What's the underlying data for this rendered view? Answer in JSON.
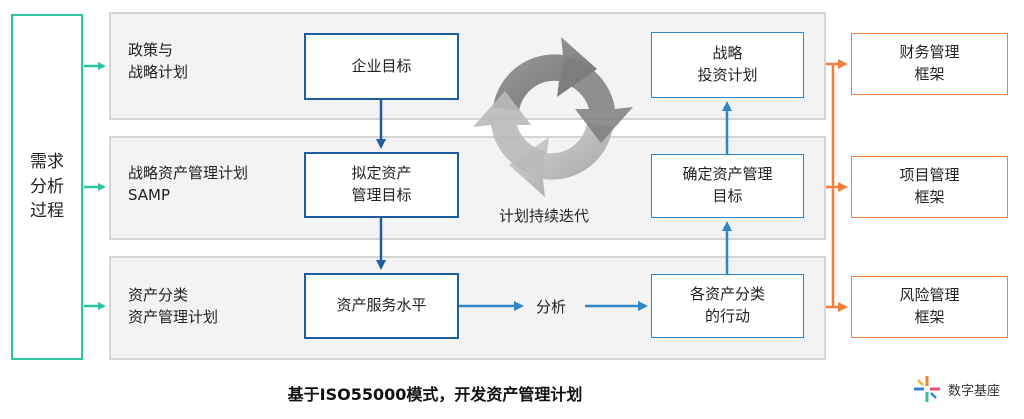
{
  "left": {
    "label": "需求\n分析\n过程"
  },
  "bands": [
    {
      "label": "政策与\n战略计划"
    },
    {
      "label": "战略资产管理计划\nSAMP"
    },
    {
      "label": "资产分类\n资产管理计划"
    }
  ],
  "boxes": {
    "enterprise_goal": "企业目标",
    "set_asset_goal": "拟定资产\n管理目标",
    "asset_service_level": "资产服务水平",
    "strategy_investment": "战略\n投资计划",
    "confirm_asset_goal": "确定资产管理\n目标",
    "asset_class_actions": "各资产分类\n的行动"
  },
  "analysis_label": "分析",
  "cycle_label": "计划持续迭代",
  "right": [
    {
      "label": "财务管理\n框架"
    },
    {
      "label": "项目管理\n框架"
    },
    {
      "label": "风险管理\n框架"
    }
  ],
  "caption": "基于ISO55000模式，开发资产管理计划",
  "brand": {
    "name": "数字基座"
  },
  "colors": {
    "green": "#2ec4a0",
    "blue": "#1f5e9c",
    "light_blue": "#2f86c9",
    "orange": "#f07f3c",
    "gray": "#d4d4d4"
  }
}
